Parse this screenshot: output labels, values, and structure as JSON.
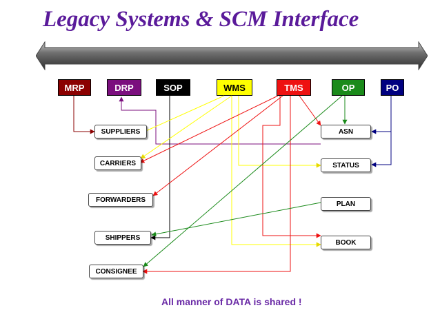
{
  "title": "Legacy Systems & SCM Interface",
  "systems": {
    "mrp": {
      "label": "MRP",
      "color": "#8b0000",
      "text_color": "#ffffff"
    },
    "drp": {
      "label": "DRP",
      "color": "#7b0f7e",
      "text_color": "#ffffff"
    },
    "sop": {
      "label": "SOP",
      "color": "#000000",
      "text_color": "#ffffff"
    },
    "wms": {
      "label": "WMS",
      "color": "#ffff00",
      "text_color": "#000000"
    },
    "tms": {
      "label": "TMS",
      "color": "#ee1111",
      "text_color": "#ffffff"
    },
    "op": {
      "label": "OP",
      "color": "#1a8a1a",
      "text_color": "#ffffff"
    },
    "po": {
      "label": "PO",
      "color": "#000080",
      "text_color": "#ffffff"
    }
  },
  "entities": {
    "suppliers": "SUPPLIERS",
    "carriers": "CARRIERS",
    "forwarders": "FORWARDERS",
    "shippers": "SHIPPERS",
    "consignee": "CONSIGNEE",
    "asn": "ASN",
    "status": "STATUS",
    "plan": "PLAN",
    "book": "BOOK"
  },
  "connections": [
    {
      "from": "MRP",
      "to": "SUPPLIERS",
      "color": "#8b0000"
    },
    {
      "from": "STATUS",
      "to": "DRP",
      "color": "#7b0f7e"
    },
    {
      "from": "SOP",
      "to": "SHIPPERS",
      "color": "#000000"
    },
    {
      "from": "WMS",
      "to": "SUPPLIERS",
      "color": "#ffff00"
    },
    {
      "from": "WMS",
      "to": "CARRIERS",
      "color": "#ffff00"
    },
    {
      "from": "WMS",
      "to": "STATUS",
      "color": "#ffff00"
    },
    {
      "from": "WMS",
      "to": "BOOK",
      "color": "#ffff00"
    },
    {
      "from": "TMS",
      "to": "CARRIERS",
      "color": "#ee1111"
    },
    {
      "from": "TMS",
      "to": "FORWARDERS",
      "color": "#ee1111"
    },
    {
      "from": "TMS",
      "to": "ASN",
      "color": "#ee1111"
    },
    {
      "from": "TMS",
      "to": "BOOK",
      "color": "#ee1111"
    },
    {
      "from": "TMS",
      "to": "CONSIGNEE",
      "color": "#ee1111"
    },
    {
      "from": "OP",
      "to": "ASN",
      "color": "#1a8a1a"
    },
    {
      "from": "OP",
      "to": "CONSIGNEE",
      "color": "#1a8a1a"
    },
    {
      "from": "PLAN",
      "to": "SHIPPERS",
      "color": "#1a8a1a"
    },
    {
      "from": "PO",
      "to": "ASN",
      "color": "#000080"
    },
    {
      "from": "PO",
      "to": "STATUS",
      "color": "#000080"
    }
  ],
  "footer": "All manner of DATA is shared !"
}
